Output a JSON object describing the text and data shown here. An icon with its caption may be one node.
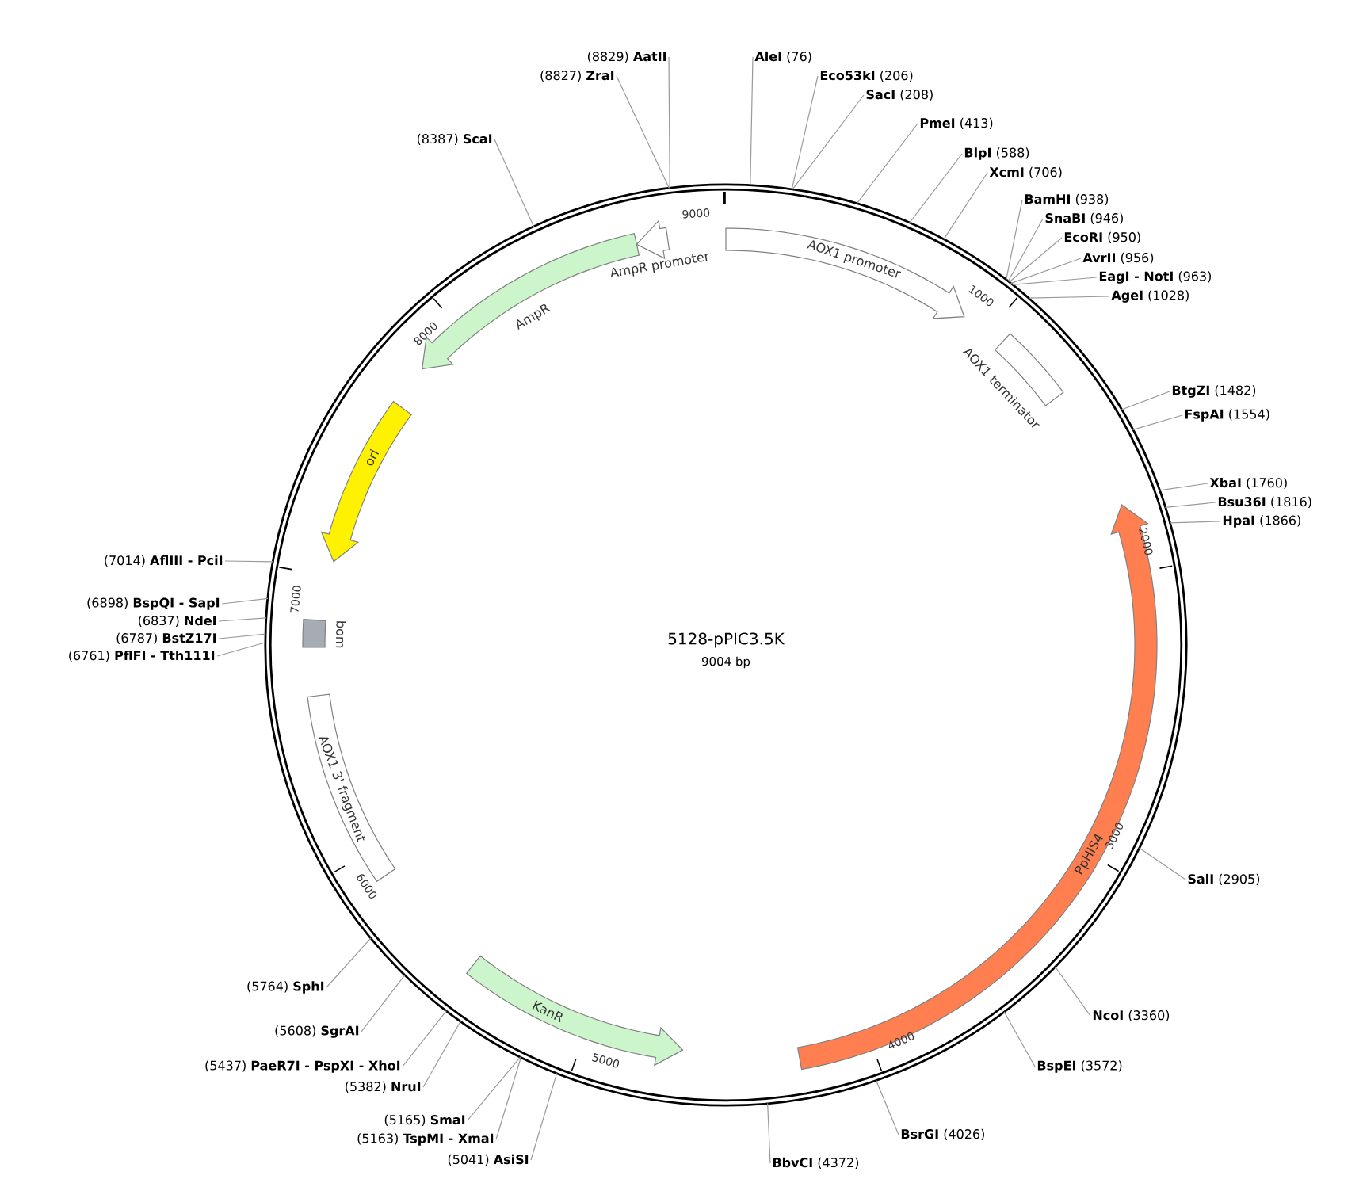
{
  "diagram": {
    "title": "5128-pPIC3.5K",
    "nodes": [
      {
        "text": [],
        "shape": "circle"
      },
      {
        "text": [
          "AmpR promoter"
        ],
        "in": 0
      },
      {
        "text": [
          "AmpR"
        ],
        "in": 0
      },
      {
        "text": [
          "AOX1 promoter"
        ],
        "in": 0
      },
      {
        "text": [
          "AOX1 terminator"
        ],
        "in": 0
      },
      {
        "text": [
          "PpHIS4"
        ],
        "in": 0
      },
      {
        "text": [
          "KanR"
        ],
        "in": 0
      },
      {
        "text": [
          "AOX1 3' fragment"
        ],
        "in": 0
      },
      {
        "text": [
          "bom"
        ],
        "in": 0
      },
      {
        "text": [
          "ori"
        ],
        "in": 0
      },
      {
        "text": [
          "**AleI** (76)"
        ]
      },
      {
        "text": [
          "**Eco53kI** (206)"
        ]
      },
      {
        "text": [
          "**SacI** (208)"
        ]
      },
      {
        "text": [
          "**PmeI** (413)"
        ]
      },
      {
        "text": [
          "**BlpI** (588)"
        ]
      },
      {
        "text": [
          "**XcmI** (706)"
        ]
      },
      {
        "text": [
          "**BamHI** (938)"
        ]
      },
      {
        "text": [
          "**SnaBI** (946)"
        ]
      },
      {
        "text": [
          "**EcoRI** (950)"
        ]
      },
      {
        "text": [
          "**AvrII** (956)"
        ]
      },
      {
        "text": [
          "**EagI - NotI** (963)"
        ]
      },
      {
        "text": [
          "**AgeI** (1028)"
        ]
      },
      {
        "text": [
          "**BtgZI** (1482)"
        ]
      },
      {
        "text": [
          "**FspAI** (1554)"
        ]
      },
      {
        "text": [
          "**XbaI** (1760)"
        ]
      },
      {
        "text": [
          "**Bsu36I** (1816)"
        ]
      },
      {
        "text": [
          "**HpaI** (1866)"
        ]
      },
      {
        "text": [
          "**SalI** (2905)"
        ]
      },
      {
        "text": [
          "**NcoI** (3360)"
        ]
      },
      {
        "text": [
          "**BspEI** (3572)"
        ]
      },
      {
        "text": [
          "**BsrGI** (4026)"
        ]
      },
      {
        "text": [
          "**BbvCI** (4372)"
        ]
      },
      {
        "text": [
          "(5041) **AsiSI**"
        ]
      },
      {
        "text": [
          "(5163) **TspMI - XmaI**"
        ]
      },
      {
        "text": [
          "(5165) **SmaI**"
        ]
      },
      {
        "text": [
          "(5382) **NruI**"
        ]
      },
      {
        "text": [
          "(5437) **PaeR7I - PspXI - XhoI**"
        ]
      },
      {
        "text": [
          "(5608) **SgrAI**"
        ]
      },
      {
        "text": [
          "(5764) **SphI**"
        ]
      },
      {
        "text": [
          "(6761) **PflFI - Tth111I**"
        ]
      },
      {
        "text": [
          "(6787) **BstZ17I**"
        ]
      },
      {
        "text": [
          "(6837) **NdeI**"
        ]
      },
      {
        "text": [
          "(6898) **BspQI - SapI**"
        ]
      },
      {
        "text": [
          "(7014) **AflIII - PciI**"
        ]
      },
      {
        "text": [
          "(8387) **ScaI**"
        ]
      },
      {
        "text": [
          "(8827) **ZraI**"
        ]
      },
      {
        "text": [
          "(8829) **AatII**"
        ]
      }
    ],
    "edges": [
      {
        "from": 10,
        "to": 0,
        "arrow": "none"
      },
      {
        "from": 11,
        "to": 0,
        "arrow": "none"
      },
      {
        "from": 12,
        "to": 0,
        "arrow": "none"
      },
      {
        "from": 13,
        "to": 0,
        "arrow": "none"
      },
      {
        "from": 14,
        "to": 0,
        "arrow": "none"
      },
      {
        "from": 15,
        "to": 0,
        "arrow": "none"
      },
      {
        "from": 16,
        "to": 0,
        "arrow": "none"
      },
      {
        "from": 17,
        "to": 0,
        "arrow": "none"
      },
      {
        "from": 18,
        "to": 0,
        "arrow": "none"
      },
      {
        "from": 19,
        "to": 0,
        "arrow": "none"
      },
      {
        "from": 20,
        "to": 0,
        "arrow": "none"
      },
      {
        "from": 21,
        "to": 0,
        "arrow": "none"
      },
      {
        "from": 22,
        "to": 0,
        "arrow": "none"
      },
      {
        "from": 23,
        "to": 0,
        "arrow": "none"
      },
      {
        "from": 24,
        "to": 0,
        "arrow": "none"
      },
      {
        "from": 25,
        "to": 0,
        "arrow": "none"
      },
      {
        "from": 26,
        "to": 0,
        "arrow": "none"
      },
      {
        "from": 27,
        "to": 0,
        "arrow": "none"
      },
      {
        "from": 28,
        "to": 0,
        "arrow": "none"
      },
      {
        "from": 29,
        "to": 0,
        "arrow": "none"
      },
      {
        "from": 30,
        "to": 0,
        "arrow": "none"
      },
      {
        "from": 31,
        "to": 0,
        "arrow": "none"
      },
      {
        "from": 32,
        "to": 0,
        "arrow": "none"
      },
      {
        "from": 33,
        "to": 0,
        "arrow": "none"
      },
      {
        "from": 34,
        "to": 0,
        "arrow": "none"
      },
      {
        "from": 35,
        "to": 0,
        "arrow": "none"
      },
      {
        "from": 36,
        "to": 0,
        "arrow": "none"
      },
      {
        "from": 37,
        "to": 0,
        "arrow": "none"
      },
      {
        "from": 38,
        "to": 0,
        "arrow": "none"
      },
      {
        "from": 39,
        "to": 0,
        "arrow": "none"
      },
      {
        "from": 40,
        "to": 0,
        "arrow": "none"
      },
      {
        "from": 41,
        "to": 0,
        "arrow": "none"
      },
      {
        "from": 42,
        "to": 0,
        "arrow": "none"
      },
      {
        "from": 43,
        "to": 0,
        "arrow": "none"
      },
      {
        "from": 44,
        "to": 0,
        "arrow": "none"
      },
      {
        "from": 45,
        "to": 0,
        "arrow": "none"
      },
      {
        "from": 46,
        "to": 0,
        "arrow": "none"
      }
    ],
    "labels": [
      "9004 bp",
      "9000",
      "1000",
      "2000",
      "3000",
      "4000",
      "5000",
      "6000",
      "7000",
      "8000"
    ]
  }
}
